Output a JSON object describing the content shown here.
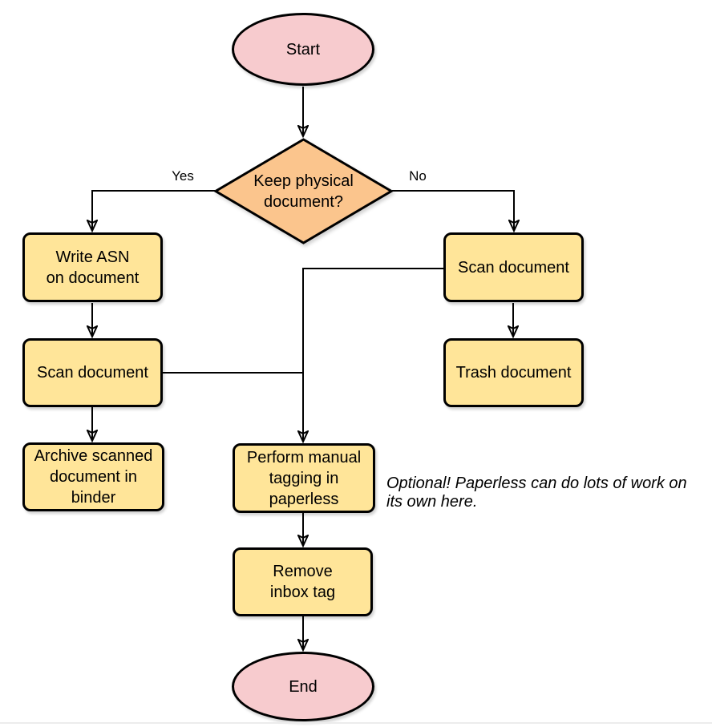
{
  "colors": {
    "terminal_fill": "#f7cbce",
    "decision_fill": "#fbc58d",
    "process_fill": "#ffe599",
    "stroke": "#000000",
    "background": "#ffffff"
  },
  "nodes": {
    "start": {
      "type": "terminal",
      "label": "Start"
    },
    "decision": {
      "type": "decision",
      "label": "Keep physical\ndocument?"
    },
    "write_asn": {
      "type": "process",
      "label": "Write ASN\non document"
    },
    "scan_left": {
      "type": "process",
      "label": "Scan document"
    },
    "archive": {
      "type": "process",
      "label": "Archive scanned\ndocument in\nbinder"
    },
    "scan_right": {
      "type": "process",
      "label": "Scan document"
    },
    "trash": {
      "type": "process",
      "label": "Trash document"
    },
    "tagging": {
      "type": "process",
      "label": "Perform manual\ntagging in\npaperless"
    },
    "remove_inbox": {
      "type": "process",
      "label": "Remove\ninbox tag"
    },
    "end": {
      "type": "terminal",
      "label": "End"
    }
  },
  "edge_labels": {
    "yes": "Yes",
    "no": "No"
  },
  "annotation": {
    "text": "Optional! Paperless can do lots of work on\nits own here."
  }
}
